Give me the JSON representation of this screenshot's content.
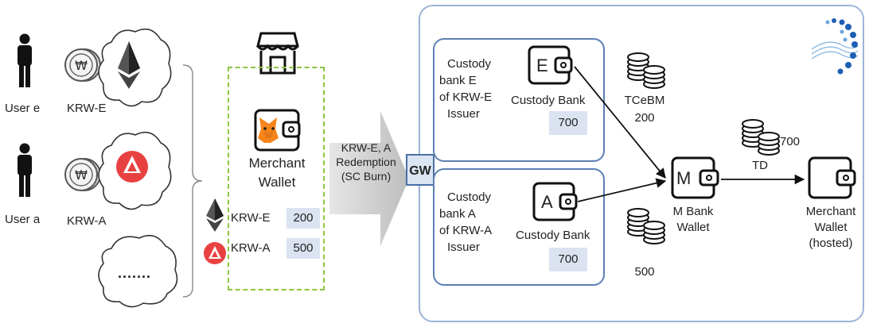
{
  "users": [
    {
      "label": "User e",
      "token": "KRW-E"
    },
    {
      "label": "User a",
      "token": "KRW-A"
    }
  ],
  "more_users": ".......",
  "merchant": {
    "title_line1": "Merchant",
    "title_line2": "Wallet",
    "balances": [
      {
        "token": "KRW-E",
        "amount": "200"
      },
      {
        "token": "KRW-A",
        "amount": "500"
      }
    ]
  },
  "redemption": {
    "line1": "KRW-E, A",
    "line2": "Redemption",
    "line3": "(SC Burn)"
  },
  "gateway": "GW",
  "custody_e": {
    "desc_lines": [
      "Custody",
      "bank E",
      "of KRW-E",
      "Issuer"
    ],
    "wallet_letter": "E",
    "wallet_label": "Custody Bank",
    "amount": "700"
  },
  "custody_a": {
    "desc_lines": [
      "Custody",
      "bank A",
      "of KRW-A",
      "Issuer"
    ],
    "wallet_letter": "A",
    "wallet_label": "Custody Bank",
    "amount": "700"
  },
  "tcebm": {
    "label": "TCeBM",
    "amount": "200"
  },
  "lower_coins_amount": "500",
  "td": {
    "label": "TD",
    "amount": "700"
  },
  "m_bank": {
    "letter": "M",
    "line1": "M Bank",
    "line2": "Wallet"
  },
  "merchant_hosted": {
    "line1": "Merchant",
    "line2": "Wallet",
    "line3": "(hosted)"
  },
  "colors": {
    "dashed_green": "#8cc63f",
    "amount_bg": "#dbe3f1",
    "gw_bg": "#dbe5f1",
    "gw_border": "#4a6fa5",
    "panel_border": "#9cb4d6",
    "inner_border": "#5b7fb3",
    "arrow_gray": "#c8c8c8",
    "eth_dark": "#333333",
    "avax_red": "#e84142"
  }
}
